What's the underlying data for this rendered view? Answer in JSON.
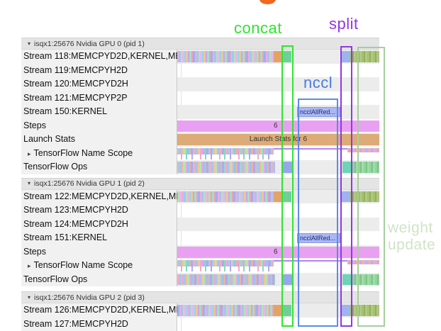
{
  "annotations": {
    "concat": {
      "label": "concat",
      "color": "#2fe42f"
    },
    "split": {
      "label": "split",
      "color": "#9136e3"
    },
    "nccl": {
      "label": "nccl",
      "color": "#4a7be4",
      "rect_color": "#5b8ce8"
    },
    "weight_update": {
      "label_line1": "weight",
      "label_line2": "update",
      "color": "#cfe4c6",
      "rect_color": "#a5cf9c"
    },
    "cropped_orange_glyph_color": "#f2661e"
  },
  "colors": {
    "steps_bar": "#e9a0f2",
    "launch_bar": "#dcab77",
    "nccl_bar": "#aab7f4",
    "row_shade": "#ececec",
    "header_bg": "#e4e4e4"
  },
  "sections": [
    {
      "header": "isqx1:25676 Nvidia GPU 0 (pid 1)",
      "collapse_icon": "▾",
      "rows": [
        {
          "label": "Stream 118:MEMCPYD2D,KERNEL,ME",
          "type": "dense"
        },
        {
          "label": "Stream 119:MEMCPYH2D",
          "type": "empty"
        },
        {
          "label": "Stream 120:MEMCPYD2H",
          "type": "empty"
        },
        {
          "label": "Stream 121:MEMCPYP2P",
          "type": "empty"
        },
        {
          "label": "Stream 150:KERNEL",
          "type": "nccl",
          "bar_label": "ncclAllRed..."
        },
        {
          "label": "Steps",
          "type": "steps",
          "bar_label": "6"
        },
        {
          "label": "Launch Stats",
          "type": "launch",
          "bar_label": "Launch Stats for 6"
        },
        {
          "label": "TensorFlow Name Scope",
          "type": "namescope",
          "expand_icon": "▸"
        },
        {
          "label": "TensorFlow Ops",
          "type": "ops"
        }
      ]
    },
    {
      "header": "isqx1:25676 Nvidia GPU 1 (pid 2)",
      "collapse_icon": "▾",
      "rows": [
        {
          "label": "Stream 122:MEMCPYD2D,KERNEL,MI",
          "type": "dense"
        },
        {
          "label": "Stream 123:MEMCPYH2D",
          "type": "empty"
        },
        {
          "label": "Stream 124:MEMCPYD2H",
          "type": "empty"
        },
        {
          "label": "Stream 151:KERNEL",
          "type": "nccl",
          "bar_label": "ncclAllRed..."
        },
        {
          "label": "Steps",
          "type": "steps",
          "bar_label": "6"
        },
        {
          "label": "TensorFlow Name Scope",
          "type": "namescope",
          "expand_icon": "▸"
        },
        {
          "label": "TensorFlow Ops",
          "type": "ops"
        }
      ]
    },
    {
      "header": "isqx1:25676 Nvidia GPU 2 (pid 3)",
      "collapse_icon": "▾",
      "rows": [
        {
          "label": "Stream 126:MEMCPYD2D,KERNEL,MI",
          "type": "dense"
        },
        {
          "label": "Stream 127:MEMCPYH2D",
          "type": "empty"
        }
      ]
    }
  ]
}
